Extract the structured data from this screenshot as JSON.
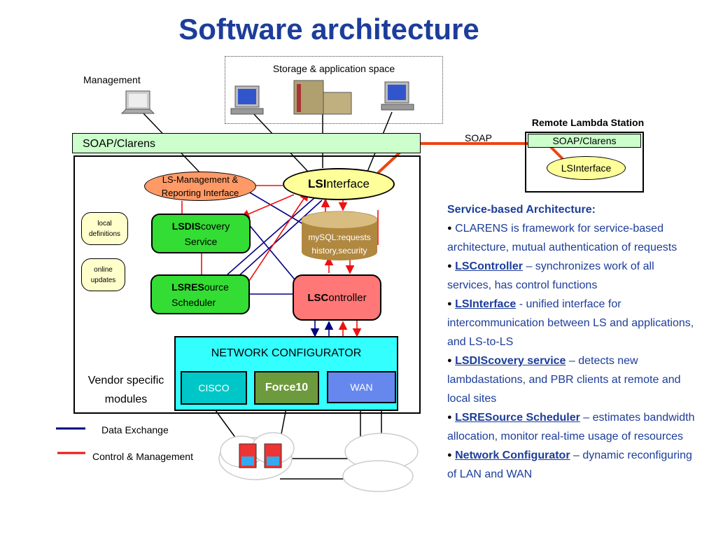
{
  "title": "Software architecture",
  "storage_label": "Storage & application space",
  "management_label": "Management",
  "soap_clarens": "SOAP/Clarens",
  "remote": {
    "title": "Remote Lambda Station",
    "soap_clarens": "SOAP/Clarens",
    "lsinterface": "LSInterface",
    "soap_link": "SOAP"
  },
  "components": {
    "lsmgmt_line1": "LS-Management &",
    "lsmgmt_line2": "Reporting Interface",
    "lsi_bold": "LSI",
    "lsi_rest": "nterface",
    "lsdis_bold": "LSDIS",
    "lsdis_rest": "covery",
    "lsdis_line2": "Service",
    "lsres_bold": "LSRES",
    "lsres_rest": "ource",
    "lsres_line2": "Scheduler",
    "lsc_bold": "LSC",
    "lsc_rest": "ontroller",
    "local_line1": "local",
    "local_line2": "definitions",
    "online_line1": "online",
    "online_line2": "updates",
    "db_line1": "mySQL:requests",
    "db_line2": "history,security"
  },
  "network": {
    "title": "NETWORK CONFIGURATOR",
    "cisco": "CISCO",
    "force10": "Force10",
    "wan": "WAN",
    "vendor_line1": "Vendor specific",
    "vendor_line2": "modules"
  },
  "legend": {
    "data_exchange": "Data Exchange",
    "control": "Control & Management",
    "data_color": "#000080",
    "control_color": "#ee1111"
  },
  "description": {
    "heading": "Service-based Architecture:",
    "i1_text": "CLARENS is framework for service-based architecture, mutual authentication of requests",
    "i2_link": "LSController",
    "i2_text": " – synchronizes work of all services, has control functions",
    "i3_link": "LSInterface",
    "i3_text": " - unified interface for intercommunication between LS and applications, and LS-to-LS",
    "i4_link": "LSDIScovery service",
    "i4_text": " – detects new lambdastations, and PBR clients at remote and local sites",
    "i5_link": "LSRESource Scheduler",
    "i5_text": " – estimates bandwidth allocation, monitor real-time usage of resources",
    "i6_link": "Network Configurator",
    "i6_text": " – dynamic reconfiguring of LAN and WAN"
  }
}
